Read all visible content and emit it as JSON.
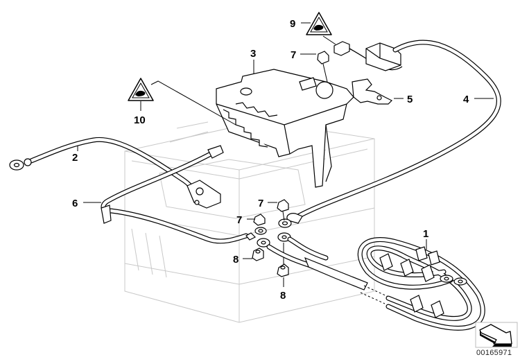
{
  "diagram": {
    "title": "Battery cable / battery mounting parts diagram",
    "diagram_number": "00165971",
    "callouts": [
      {
        "id": "1",
        "label": "1",
        "part": "negative-battery-cable-harness"
      },
      {
        "id": "2",
        "label": "2",
        "part": "ground-cable"
      },
      {
        "id": "3",
        "label": "3",
        "part": "battery-terminal-cover-fuse-box"
      },
      {
        "id": "4",
        "label": "4",
        "part": "positive-battery-cable"
      },
      {
        "id": "5",
        "label": "5",
        "part": "terminal-clamp-cover"
      },
      {
        "id": "6",
        "label": "6",
        "part": "sensor-cable"
      },
      {
        "id": "7a",
        "label": "7",
        "part": "hex-nut"
      },
      {
        "id": "7b",
        "label": "7",
        "part": "hex-nut"
      },
      {
        "id": "7c",
        "label": "7",
        "part": "hex-nut"
      },
      {
        "id": "8a",
        "label": "8",
        "part": "collar-nut"
      },
      {
        "id": "8b",
        "label": "8",
        "part": "collar-nut"
      },
      {
        "id": "9",
        "label": "9",
        "part": "warning-label-triangle"
      },
      {
        "id": "10",
        "label": "10",
        "part": "warning-label-triangle"
      }
    ],
    "icons": {
      "warning_label": "warning-triangle-icon",
      "navigation_arrow": "arrow-right-icon"
    }
  }
}
